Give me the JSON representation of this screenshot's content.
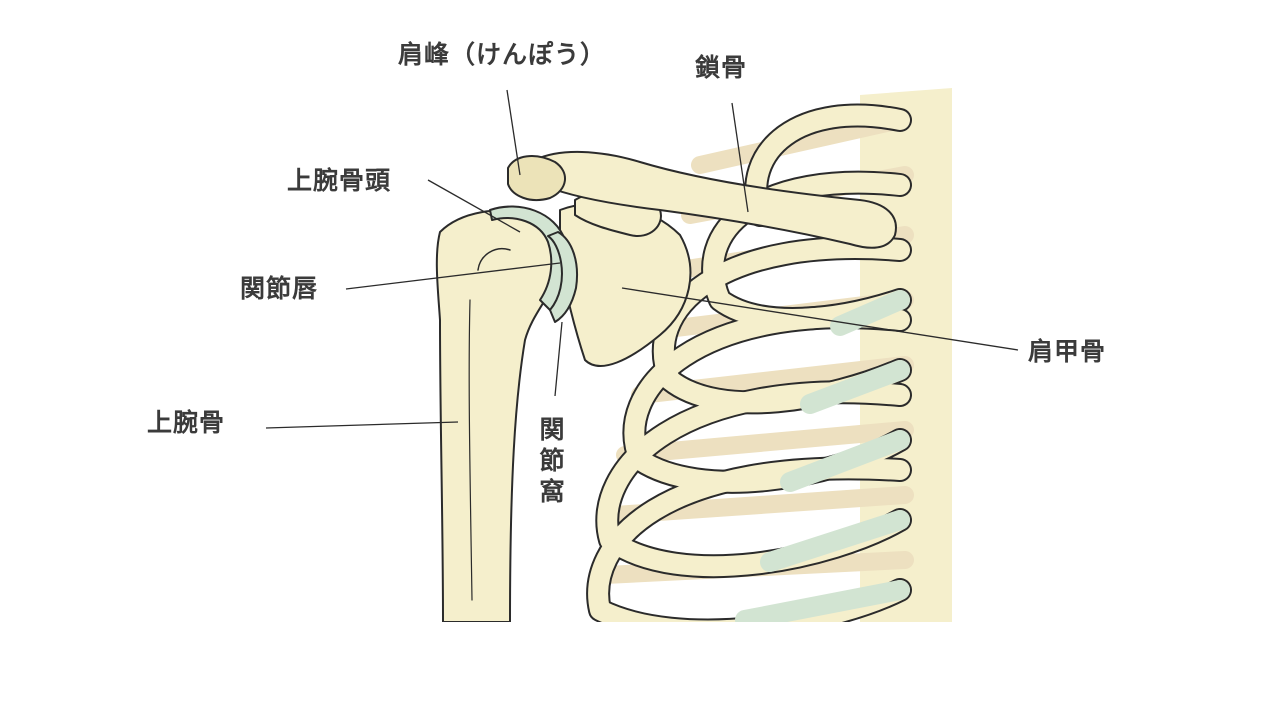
{
  "labels": {
    "acromion": "肩峰（けんぽう）",
    "clavicle": "鎖骨",
    "humeral_head": "上腕骨頭",
    "labrum": "関節唇",
    "scapula": "肩甲骨",
    "humerus": "上腕骨",
    "glenoid": "関節窩"
  },
  "colors": {
    "bone": "#f5efcc",
    "bone_shadow": "#ece3b8",
    "cartilage": "#d2e4d2",
    "outline": "#2b2b2b",
    "rib_back": "#ede0c0",
    "label_text": "#3b3b3b"
  }
}
